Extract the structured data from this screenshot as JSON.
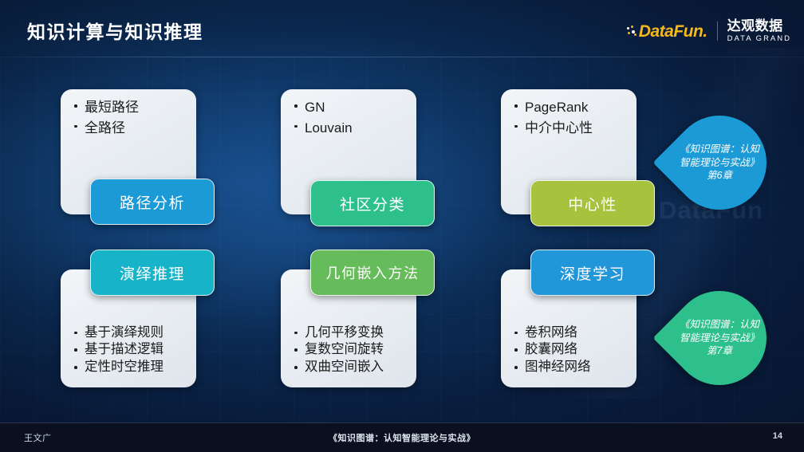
{
  "slide": {
    "title": "知识计算与知识推理",
    "page_number": "14"
  },
  "logo": {
    "brand_mark": "DataFun.",
    "company_cn": "达观数据",
    "company_en": "DATA GRAND",
    "brand_color": "#f5b91d"
  },
  "watermark": "DataFun",
  "cards": [
    {
      "id": "path-analysis",
      "bullets": [
        "最短路径",
        "全路径"
      ],
      "chip_label": "路径分析",
      "chip_color": "#1b9ad6"
    },
    {
      "id": "community-detection",
      "bullets": [
        "GN",
        "Louvain"
      ],
      "chip_label": "社区分类",
      "chip_color": "#2ec08c"
    },
    {
      "id": "centrality",
      "bullets": [
        "PageRank",
        "中介中心性"
      ],
      "chip_label": "中心性",
      "chip_color": "#a7c33e"
    },
    {
      "id": "deductive-reasoning",
      "bullets": [
        "基于演绎规则",
        "基于描述逻辑",
        "定性时空推理"
      ],
      "chip_label": "演绎推理",
      "chip_color": "#17b3c9"
    },
    {
      "id": "geometric-embedding",
      "bullets": [
        "几何平移变换",
        "复数空间旋转",
        "双曲空间嵌入"
      ],
      "chip_label": "几何嵌入方法",
      "chip_color": "#66bb5a"
    },
    {
      "id": "deep-learning",
      "bullets": [
        "卷积网络",
        "胶囊网络",
        "图神经网络"
      ],
      "chip_label": "深度学习",
      "chip_color": "#2196d9"
    }
  ],
  "badges": [
    {
      "id": "chapter-6",
      "text": "《知识图谱：认知智能理论与实战》第6章",
      "color": "#1b9ad6"
    },
    {
      "id": "chapter-7",
      "text": "《知识图谱：认知智能理论与实战》第7章",
      "color": "#2ec08c"
    }
  ],
  "footer": {
    "author": "王文广",
    "book": "《知识图谱：认知智能理论与实战》",
    "page": "14"
  }
}
